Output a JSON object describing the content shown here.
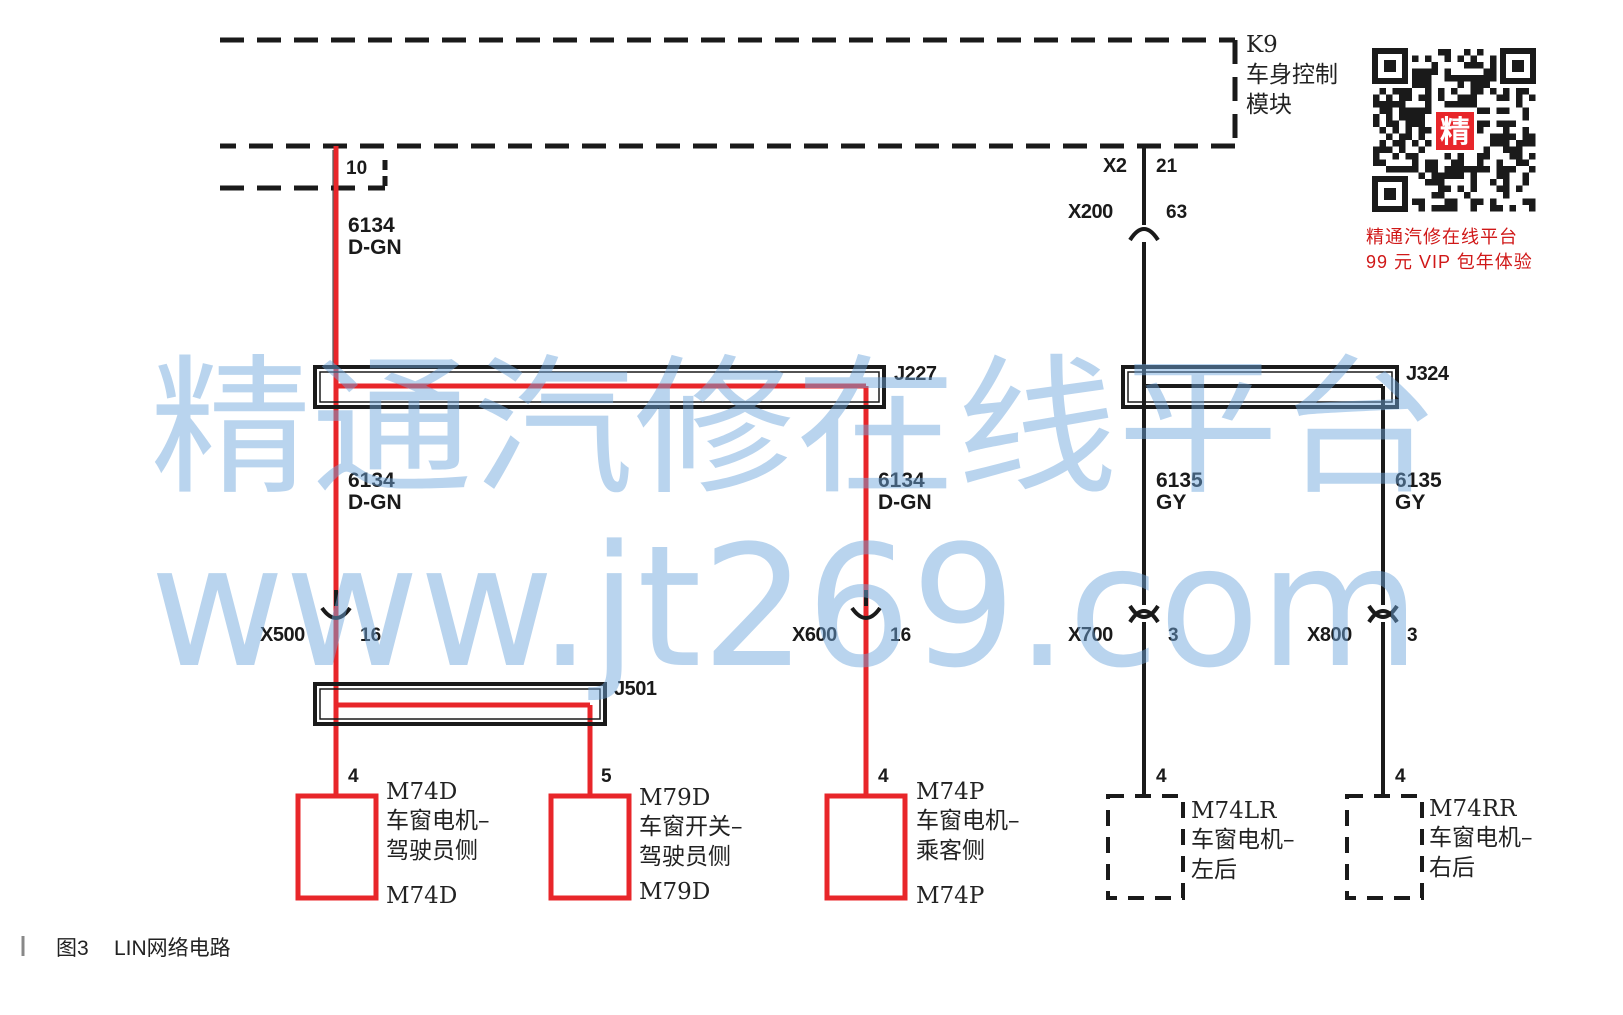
{
  "module": {
    "id": "K9",
    "name_line1": "车身控制",
    "name_line2": "模块"
  },
  "left_branch": {
    "pin": "10",
    "circuit": "6134",
    "color": "D-GN"
  },
  "right_branch": {
    "connector": "X2",
    "pin": "21",
    "inline_connector": "X200",
    "inline_pin": "63"
  },
  "splices": {
    "j227": "J227",
    "j324": "J324",
    "j501": "J501"
  },
  "wires": {
    "d_gn_mid_left": {
      "circuit": "6134",
      "color": "D-GN"
    },
    "d_gn_mid_right": {
      "circuit": "6134",
      "color": "D-GN"
    },
    "gy_left": {
      "circuit": "6135",
      "color": "GY"
    },
    "gy_right": {
      "circuit": "6135",
      "color": "GY"
    }
  },
  "inline_connectors": [
    {
      "name": "X500",
      "pin": "16"
    },
    {
      "name": "X600",
      "pin": "16"
    },
    {
      "name": "X700",
      "pin": "3"
    },
    {
      "name": "X800",
      "pin": "3"
    }
  ],
  "components": [
    {
      "pin": "4",
      "code": "M74D",
      "line1": "车窗电机–",
      "line2": "驾驶员侧",
      "code_bottom": "M74D"
    },
    {
      "pin": "5",
      "code": "M79D",
      "line1": "车窗开关–",
      "line2": "驾驶员侧",
      "code_bottom": "M79D"
    },
    {
      "pin": "4",
      "code": "M74P",
      "line1": "车窗电机–",
      "line2": "乘客侧",
      "code_bottom": "M74P"
    },
    {
      "pin": "4",
      "code": "M74LR",
      "line1": "车窗电机–",
      "line2": "左后"
    },
    {
      "pin": "4",
      "code": "M74RR",
      "line1": "车窗电机–",
      "line2": "右后"
    }
  ],
  "qr": {
    "badge": "精",
    "caption_line1": "精通汽修在线平台",
    "caption_line2": "99 元 VIP 包年体验"
  },
  "watermark": {
    "line1": "精通汽修在线平台",
    "line2": "www.jt269.com"
  },
  "caption": {
    "fig": "图3",
    "title": "LIN网络电路"
  },
  "colors": {
    "highlight_red": "#e8262a",
    "wire_black": "#1a1a1a",
    "watermark_blue": "#6fa6dc"
  }
}
